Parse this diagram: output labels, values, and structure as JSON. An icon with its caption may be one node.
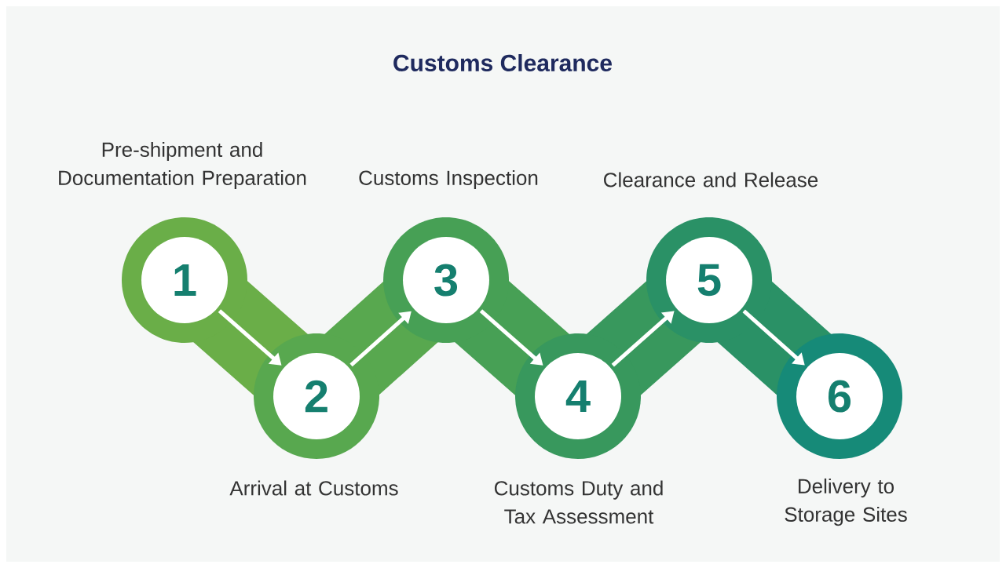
{
  "diagram": {
    "title": "Customs Clearance",
    "nodes": [
      {
        "text": [
          "1"
        ],
        "beside": [
          "Pre-shipment and Documentation Preparation"
        ]
      },
      {
        "text": [
          "2"
        ],
        "beside": [
          "Arrival at Customs"
        ]
      },
      {
        "text": [
          "3"
        ],
        "beside": [
          "Customs Inspection"
        ]
      },
      {
        "text": [
          "4"
        ],
        "beside": [
          "Customs Duty and Tax Assessment"
        ]
      },
      {
        "text": [
          "5"
        ],
        "beside": [
          "Clearance and Release"
        ]
      },
      {
        "text": [
          "6"
        ],
        "beside": [
          "Delivery to Storage Sites"
        ]
      }
    ],
    "edges": [
      {
        "from": 0,
        "to": 1,
        "arrow": "to"
      },
      {
        "from": 1,
        "to": 2,
        "arrow": "to"
      },
      {
        "from": 2,
        "to": 3,
        "arrow": "to"
      },
      {
        "from": 3,
        "to": 4,
        "arrow": "to"
      },
      {
        "from": 4,
        "to": 5,
        "arrow": "to"
      }
    ]
  }
}
